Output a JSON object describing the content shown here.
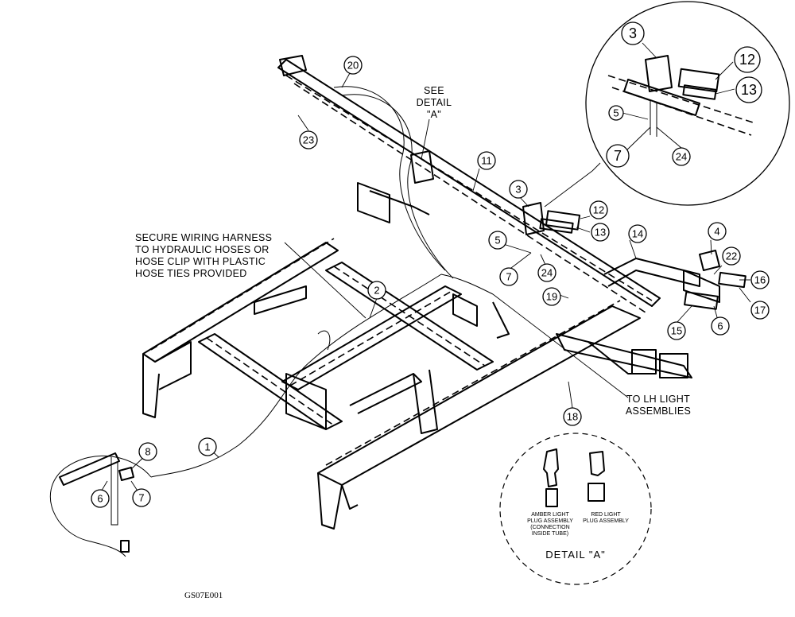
{
  "callouts": [
    {
      "label": "20"
    },
    {
      "label": "23"
    },
    {
      "label": "11"
    },
    {
      "label": "3"
    },
    {
      "label": "12"
    },
    {
      "label": "13"
    },
    {
      "label": "14"
    },
    {
      "label": "4"
    },
    {
      "label": "22"
    },
    {
      "label": "16"
    },
    {
      "label": "17"
    },
    {
      "label": "15"
    },
    {
      "label": "6"
    },
    {
      "label": "5"
    },
    {
      "label": "24"
    },
    {
      "label": "7"
    },
    {
      "label": "19"
    },
    {
      "label": "2"
    },
    {
      "label": "18"
    },
    {
      "label": "1"
    },
    {
      "label": "8"
    },
    {
      "label": "6"
    },
    {
      "label": "7"
    }
  ],
  "detail_callouts": [
    {
      "label": "3"
    },
    {
      "label": "12"
    },
    {
      "label": "13"
    },
    {
      "label": "5"
    },
    {
      "label": "7"
    },
    {
      "label": "24"
    }
  ],
  "notes": {
    "see_detail": [
      "SEE",
      "DETAIL",
      "\"A\""
    ],
    "wiring": [
      "SECURE WIRING HARNESS",
      "TO HYDRAULIC HOSES OR",
      "HOSE CLIP WITH PLASTIC",
      "HOSE TIES PROVIDED"
    ],
    "lh_light": [
      "TO LH LIGHT",
      "ASSEMBLIES"
    ]
  },
  "detail_a": {
    "amber": [
      "AMBER LIGHT",
      "PLUG ASSEMBLY",
      "(CONNECTION",
      "INSIDE TUBE)"
    ],
    "red": [
      "RED LIGHT",
      "PLUG ASSEMBLY"
    ],
    "label": "DETAIL \"A\""
  },
  "figure_id": "GS07E001"
}
